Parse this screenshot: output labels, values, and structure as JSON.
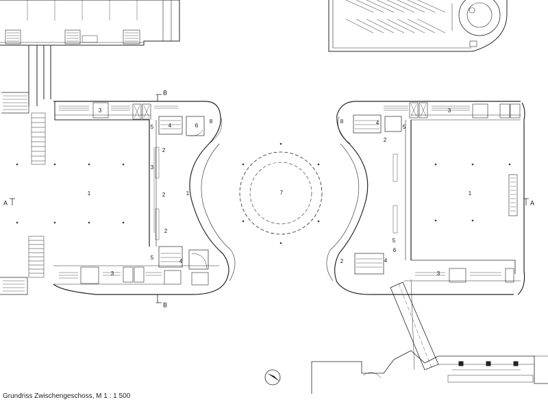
{
  "caption": "Grundriss Zwischengeschoss, M 1 : 1 500",
  "room_labels": {
    "left_hall": "1",
    "left_court": "1",
    "right_hall": "1",
    "center_ring": "7",
    "left_top_3": "3",
    "left_bot_3": "3",
    "right_top_3": "3",
    "right_bot_3": "3",
    "left_top_4": "4",
    "left_bot_4": "4",
    "right_top_4": "4",
    "right_bot_4": "4",
    "left_top_5": "5",
    "left_bot_5": "5",
    "right_top_5": "5",
    "right_bot_5": "5",
    "left_6": "6",
    "right_6": "6",
    "left_8": "8",
    "right_8": "8",
    "left_2a": "2",
    "left_2b": "2",
    "left_2c": "2",
    "left_3side": "3",
    "right_2a": "2",
    "right_2b": "2"
  },
  "section_marks": {
    "a_left": "A",
    "a_right": "A",
    "b_top": "B",
    "b_bottom": "B"
  }
}
